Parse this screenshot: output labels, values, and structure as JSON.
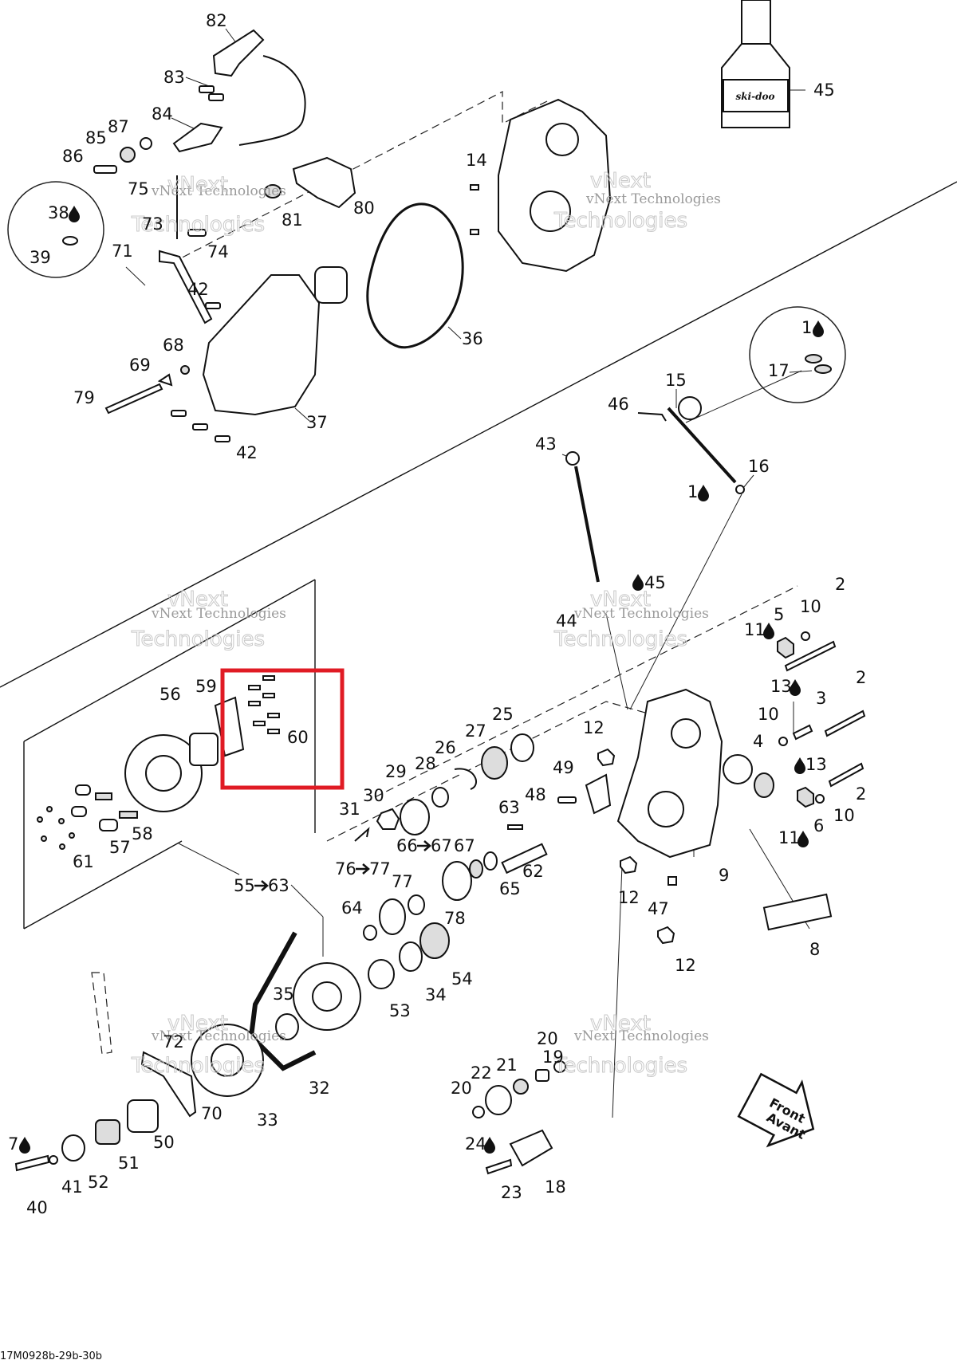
{
  "callouts": [
    "82",
    "83",
    "84",
    "85",
    "87",
    "86",
    "75",
    "73",
    "74",
    "71",
    "38",
    "39",
    "81",
    "80",
    "14",
    "45",
    "42",
    "37",
    "36",
    "69",
    "68",
    "79",
    "1",
    "17",
    "15",
    "46",
    "43",
    "16",
    "45",
    "44",
    "2",
    "10",
    "5",
    "11",
    "13",
    "3",
    "4",
    "6",
    "56",
    "59",
    "60",
    "25",
    "27",
    "26",
    "12",
    "49",
    "48",
    "29",
    "28",
    "30",
    "31",
    "66",
    "67",
    "63",
    "62",
    "65",
    "9",
    "47",
    "8",
    "61",
    "57",
    "58",
    "55",
    "76",
    "77",
    "64",
    "78",
    "54",
    "34",
    "53",
    "35",
    "72",
    "32",
    "33",
    "20",
    "19",
    "21",
    "22",
    "70",
    "50",
    "51",
    "52",
    "41",
    "40",
    "7",
    "24",
    "23",
    "18"
  ],
  "arrow_labels": [
    {
      "from": "66",
      "to": "67"
    },
    {
      "from": "55",
      "to": "63"
    },
    {
      "from": "76",
      "to": "77"
    }
  ],
  "watermark": {
    "line1": "vNext",
    "line2": "Technologies",
    "small": "vNext Technologies"
  },
  "bottle_brand": "ski-doo",
  "front_badge": {
    "line1": "Front",
    "line2": "Avant"
  },
  "drawing_code": "17M0928b-29b-30b",
  "highlight_color": "#e01b24",
  "oil_drop_icon": "drop-icon"
}
